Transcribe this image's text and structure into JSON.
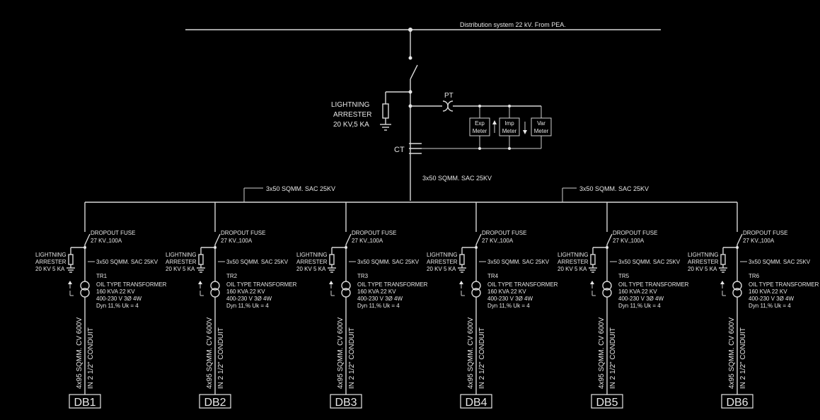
{
  "main": {
    "supply": "Distribution system  22 kV. From PEA.",
    "lightning_arrester": [
      "LIGHTNING",
      "ARRESTER",
      "20 KV,5 KA"
    ],
    "pt_label": "PT",
    "ct_label": "CT",
    "meters": [
      {
        "lines": [
          "Exp",
          "Meter"
        ]
      },
      {
        "lines": [
          "Imp",
          "Meter"
        ]
      },
      {
        "lines": [
          "Var",
          "Meter"
        ]
      }
    ],
    "main_cable": "3x50 SQMM. SAC 25KV",
    "left_bus_cable": "3x50 SQMM. SAC 25KV",
    "right_bus_cable": "3x50 SQMM. SAC 25KV"
  },
  "feeders": [
    {
      "tr": "TR1",
      "db": "DB1"
    },
    {
      "tr": "TR2",
      "db": "DB2"
    },
    {
      "tr": "TR3",
      "db": "DB3"
    },
    {
      "tr": "TR4",
      "db": "DB4"
    },
    {
      "tr": "TR5",
      "db": "DB5"
    },
    {
      "tr": "TR6",
      "db": "DB6"
    }
  ],
  "feeder_common": {
    "fuse": [
      "DROPOUT FUSE",
      "27  KV.,100A"
    ],
    "arrester": [
      "LIGHTNING",
      "ARRESTER",
      "20 KV 5 KA"
    ],
    "hv_cable": "3x50 SQMM. SAC 25KV",
    "transformer": [
      "OIL TYPE TRANSFORMER",
      "160 KVA 22 KV",
      "400-230 V 3Ø 4W",
      "Dyn 11,%  Uk = 4"
    ],
    "lv_cable": [
      "4x95 SQMM. CV 600V",
      "IN 2 1/2\" CONDUIT"
    ]
  }
}
